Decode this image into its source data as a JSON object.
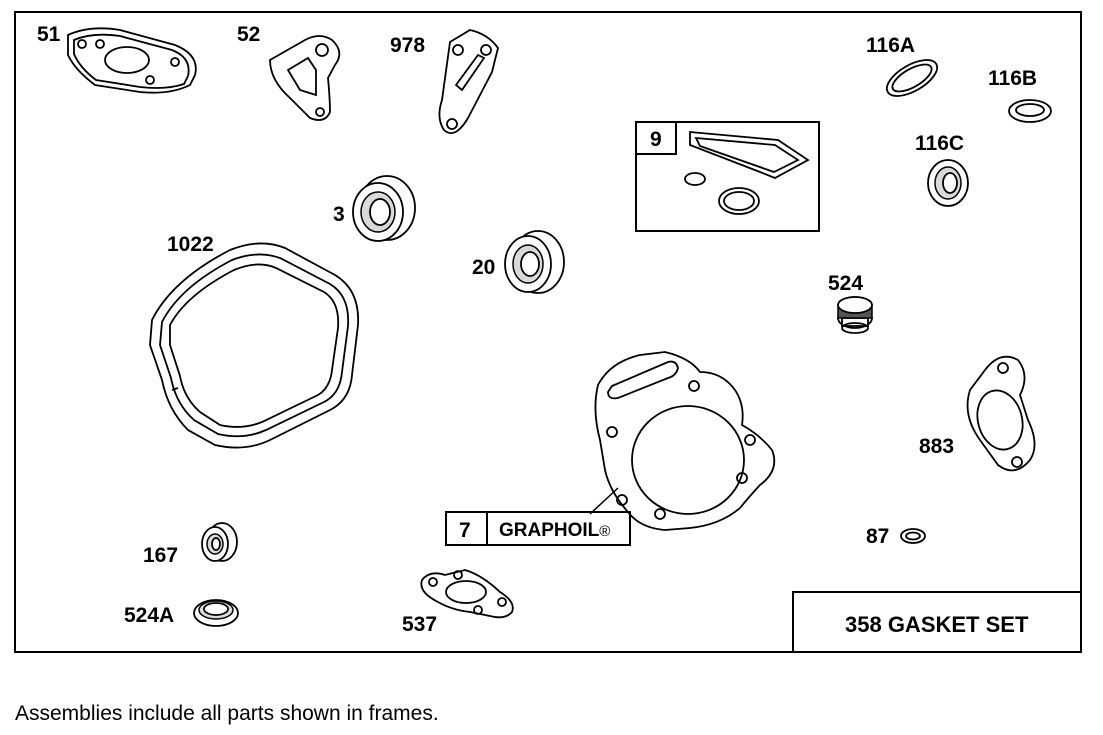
{
  "parts": {
    "p51": "51",
    "p52": "52",
    "p978": "978",
    "p116a": "116A",
    "p116b": "116B",
    "p116c": "116C",
    "p3": "3",
    "p1022": "1022",
    "p20": "20",
    "p524": "524",
    "p883": "883",
    "p167": "167",
    "p524a": "524A",
    "p537": "537",
    "p87": "87"
  },
  "frame_9": {
    "number": "9"
  },
  "frame_7": {
    "number": "7",
    "label": "GRAPHOIL",
    "mark": "®"
  },
  "gasket_set": {
    "label": "358 GASKET SET"
  },
  "footnote": "Assemblies include all parts shown in frames."
}
